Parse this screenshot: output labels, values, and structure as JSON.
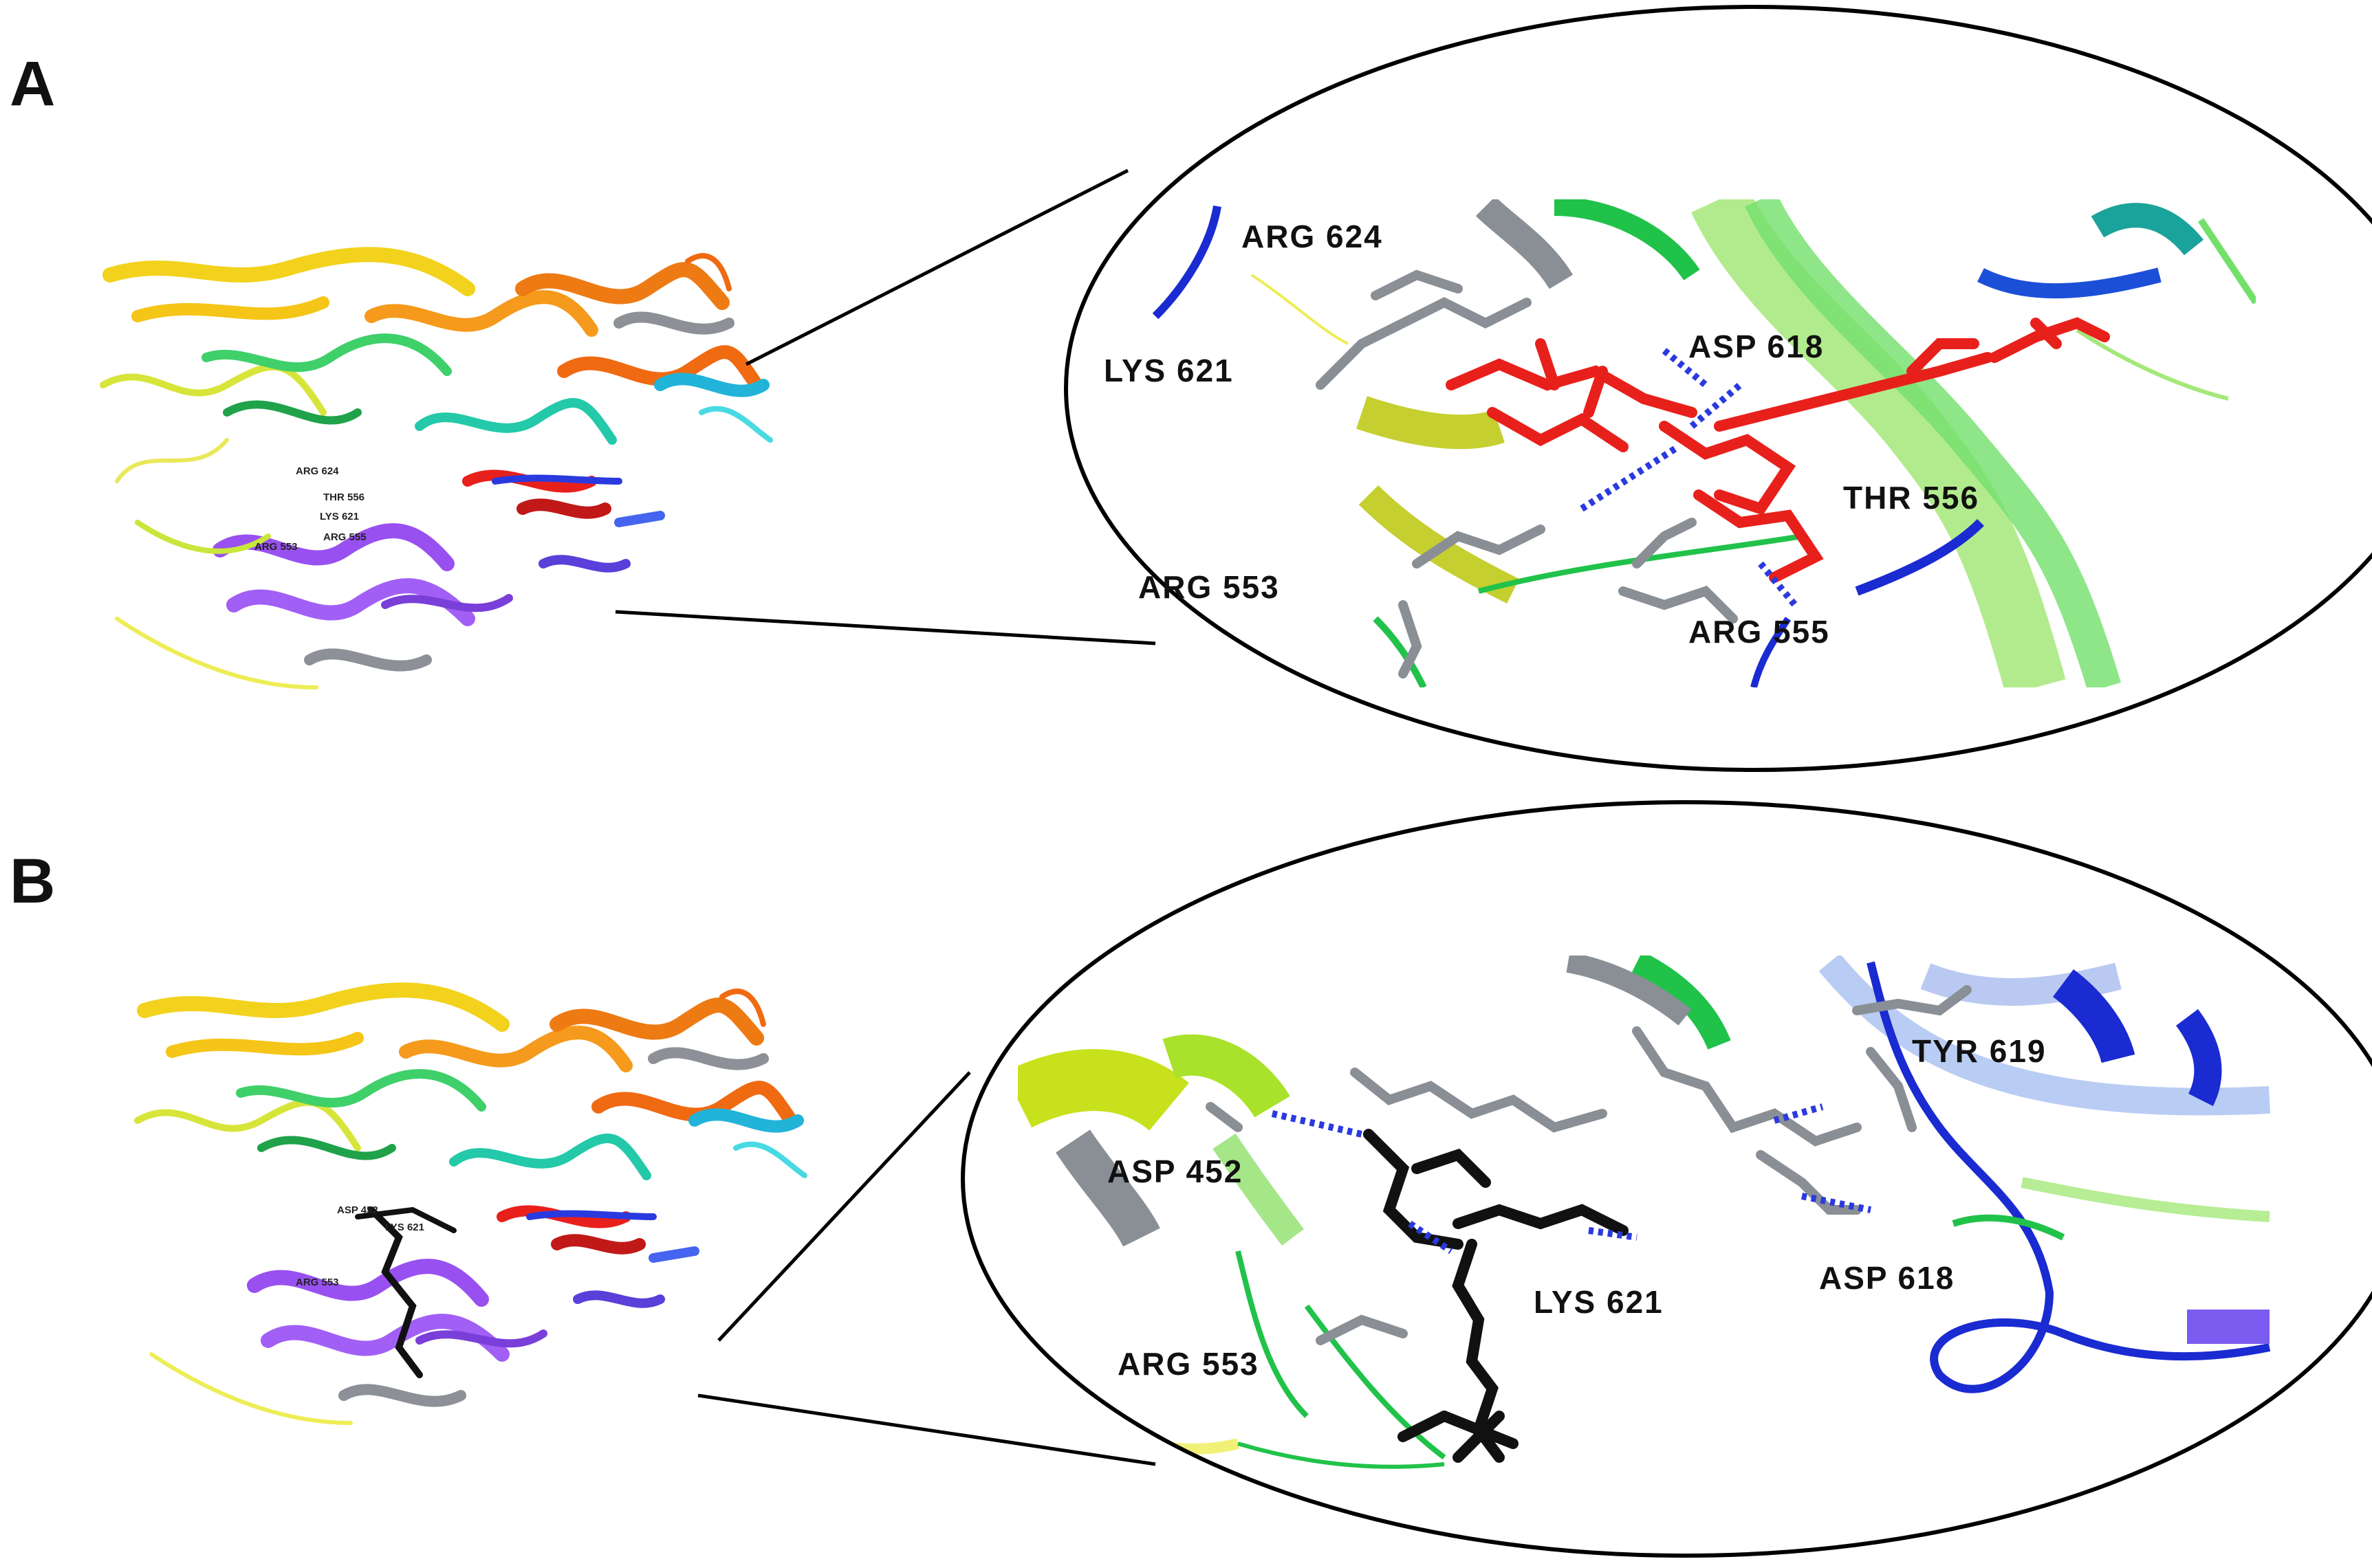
{
  "panels": [
    {
      "letter": "A",
      "labels": [
        "ARG 624",
        "LYS 621",
        "ASP 618",
        "THR 556",
        "ARG 553",
        "ARG 555"
      ],
      "overview_labels": [
        "ARG 624",
        "THR 556",
        "LYS 621",
        "ARG 555",
        "ARG 553"
      ],
      "ligand_color": "#e8201c"
    },
    {
      "letter": "B",
      "labels": [
        "TYR 619",
        "ASP 452",
        "LYS 621",
        "ASP 618",
        "ARG 553"
      ],
      "overview_labels": [
        "ASP 452",
        "LYS 621",
        "ARG 553"
      ],
      "ligand_color": "#111111"
    }
  ],
  "colors": {
    "hbond": "#2a3adf",
    "helix_gray": "#8a8f96",
    "ellipse_stroke": "#000000"
  }
}
